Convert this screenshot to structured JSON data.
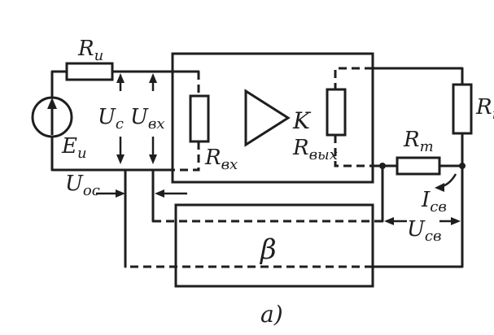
{
  "diagram": {
    "caption": "а)",
    "labels": {
      "source_resistor": {
        "main": "R",
        "sub": "и"
      },
      "source_emf": {
        "main": "E",
        "sub": "и"
      },
      "signal_voltage": {
        "main": "U",
        "sub": "с"
      },
      "input_voltage": {
        "main": "U",
        "sub": "вх"
      },
      "input_resistance": {
        "main": "R",
        "sub": "вх"
      },
      "amplifier_gain": "K",
      "output_resistance": {
        "main": "R",
        "sub": "вых"
      },
      "load_resistor": {
        "main": "R",
        "sub": "н"
      },
      "feedback_sense_resistor": {
        "main": "R",
        "sub": "т"
      },
      "feedback_current": {
        "main": "I",
        "sub": "св"
      },
      "feedback_output_voltage": {
        "main": "U",
        "sub": "ос"
      },
      "feedback_voltage": {
        "main": "U",
        "sub": "св"
      },
      "feedback_network": "β"
    }
  }
}
